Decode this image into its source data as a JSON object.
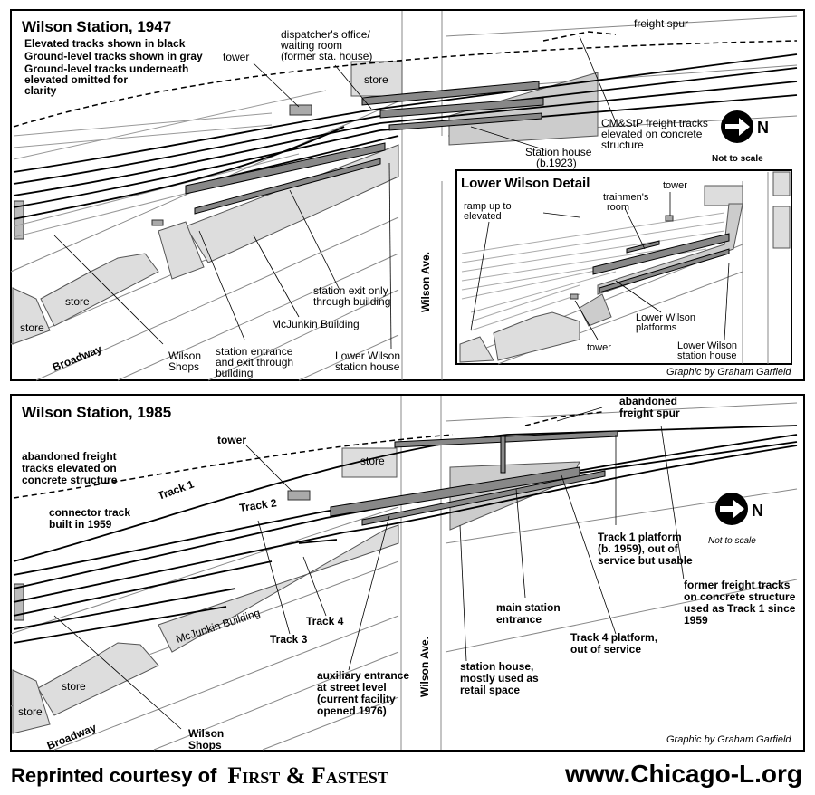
{
  "map1": {
    "title": "Wilson Station, 1947",
    "legend": [
      "Elevated tracks shown in black",
      "Ground-level tracks shown in gray",
      "Ground-level tracks underneath",
      "elevated omitted for",
      "clarity"
    ],
    "labels": {
      "freight_spur": "freight spur",
      "dispatcher": [
        "dispatcher's office/",
        "waiting room",
        "(former sta. house)"
      ],
      "tower": "tower",
      "store_top": "store",
      "cmstp": [
        "CM&StP freight tracks",
        "elevated on concrete",
        "structure"
      ],
      "station_house": [
        "Station house",
        "(b.1923)"
      ],
      "store_left": "store",
      "store_bottom": "store",
      "broadway": "Broadway",
      "wilson_shops": [
        "Wilson",
        "Shops"
      ],
      "station_entrance": [
        "station entrance",
        "and exit through",
        "building"
      ],
      "mcjunkin": "McJunkin Building",
      "station_exit": [
        "station exit only",
        "through building"
      ],
      "lower_wilson_house": [
        "Lower Wilson",
        "station house"
      ],
      "wilson_ave": "Wilson Ave.",
      "not_to_scale": "Not to scale",
      "north": "N",
      "credit": "Graphic by Graham Garfield"
    },
    "detail": {
      "title": "Lower Wilson Detail",
      "ramp": [
        "ramp up to",
        "elevated"
      ],
      "trainmen": [
        "trainmen's",
        "room"
      ],
      "tower_top": "tower",
      "platforms": [
        "Lower Wilson",
        "platforms"
      ],
      "tower_bottom": "tower",
      "station_house": [
        "Lower Wilson",
        "station house"
      ]
    }
  },
  "map2": {
    "title": "Wilson Station, 1985",
    "labels": {
      "abandoned_spur": [
        "abandoned",
        "freight spur"
      ],
      "tower": "tower",
      "abandoned_freight": [
        "abandoned freight",
        "tracks elevated on",
        "concrete structure"
      ],
      "store_top": "store",
      "track1": "Track 1",
      "track2": "Track 2",
      "connector": [
        "connector track",
        "built in 1959"
      ],
      "track1_platform": [
        "Track 1 platform",
        "(b. 1959), out of",
        "service but usable"
      ],
      "former_freight": [
        "former freight tracks",
        "on concrete structure",
        "used as Track 1 since",
        "1959"
      ],
      "main_entrance": [
        "main station",
        "entrance"
      ],
      "track4_platform": [
        "Track 4 platform,",
        "out of service"
      ],
      "track4": "Track 4",
      "track3": "Track 3",
      "mcjunkin": "McJunkin Building",
      "aux_entrance": [
        "auxiliary entrance",
        "at street level",
        "(current facility",
        "opened 1976)"
      ],
      "station_house": [
        "station house,",
        "mostly used as",
        "retail space"
      ],
      "wilson_ave": "Wilson Ave.",
      "store_left": "store",
      "store_bottom": "store",
      "broadway": "Broadway",
      "wilson_shops": [
        "Wilson",
        "Shops"
      ],
      "not_to_scale": "Not to scale",
      "north": "N",
      "credit": "Graphic by Graham Garfield"
    }
  },
  "footer": {
    "reprinted": "Reprinted courtesy of",
    "publication": "First & Fastest",
    "website": "www.Chicago-L.org"
  }
}
